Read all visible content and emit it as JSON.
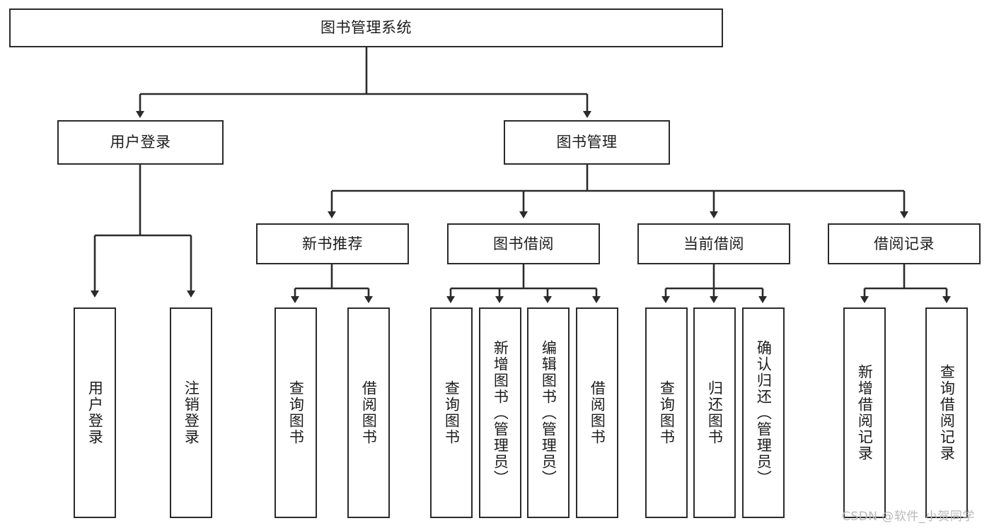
{
  "diagram": {
    "type": "tree-hierarchy",
    "title": "图书管理系统",
    "watermark": "CSDN @软件_小贺同学",
    "colors": {
      "stroke": "#2b2b2b",
      "fill": "#ffffff",
      "text": "#1c1c1c",
      "watermark": "#b9b9b9",
      "background": "#ffffff"
    },
    "nodes": {
      "root": "图书管理系统",
      "level2": [
        "用户登录",
        "图书管理"
      ],
      "level3": [
        "新书推荐",
        "图书借阅",
        "当前借阅",
        "借阅记录"
      ],
      "leaves": {
        "user_login": [
          "用户登录",
          "注销登录"
        ],
        "new_book": [
          "查询图书",
          "借阅图书"
        ],
        "book_borrow": [
          "查询图书",
          "新增图书（管理员）",
          "编辑图书（管理员）",
          "借阅图书"
        ],
        "current_borrow": [
          "查询图书",
          "归还图书",
          "确认归还（管理员）"
        ],
        "borrow_record": [
          "新增借阅记录",
          "查询借阅记录"
        ]
      }
    },
    "edges": [
      {
        "from": "图书管理系统",
        "to": "用户登录"
      },
      {
        "from": "图书管理系统",
        "to": "图书管理"
      },
      {
        "from": "图书管理",
        "to": "新书推荐"
      },
      {
        "from": "图书管理",
        "to": "图书借阅"
      },
      {
        "from": "图书管理",
        "to": "当前借阅"
      },
      {
        "from": "图书管理",
        "to": "借阅记录"
      },
      {
        "from": "用户登录",
        "to": "用户登录"
      },
      {
        "from": "用户登录",
        "to": "注销登录"
      },
      {
        "from": "新书推荐",
        "to": "查询图书"
      },
      {
        "from": "新书推荐",
        "to": "借阅图书"
      },
      {
        "from": "图书借阅",
        "to": "查询图书"
      },
      {
        "from": "图书借阅",
        "to": "新增图书（管理员）"
      },
      {
        "from": "图书借阅",
        "to": "编辑图书（管理员）"
      },
      {
        "from": "图书借阅",
        "to": "借阅图书"
      },
      {
        "from": "当前借阅",
        "to": "查询图书"
      },
      {
        "from": "当前借阅",
        "to": "归还图书"
      },
      {
        "from": "当前借阅",
        "to": "确认归还（管理员）"
      },
      {
        "from": "借阅记录",
        "to": "新增借阅记录"
      },
      {
        "from": "借阅记录",
        "to": "查询借阅记录"
      }
    ]
  }
}
